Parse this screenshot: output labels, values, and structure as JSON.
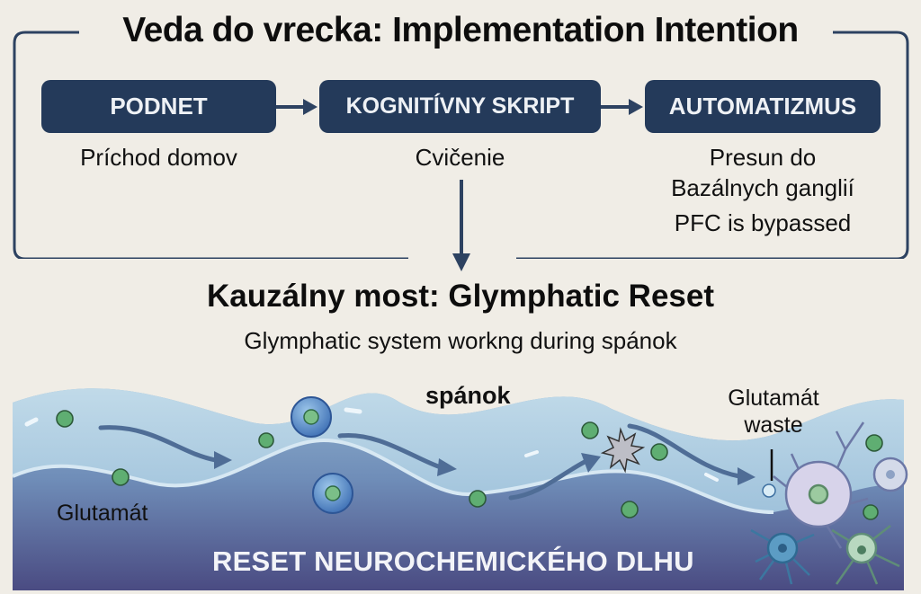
{
  "title": "Veda do vrecka: Implementation Intention",
  "flow": {
    "steps": [
      {
        "label": "PODNET",
        "caption": "Príchod domov"
      },
      {
        "label": "KOGNITÍVNY SKRIPT",
        "caption": "Cvičenie"
      },
      {
        "label": "AUTOMATIZMUS",
        "caption_lines": [
          "Presun do",
          "Bazálnych ganglií",
          "PFC is bypassed"
        ]
      }
    ]
  },
  "bridge": {
    "title": "Kauzálny most: Glymphatic Reset",
    "subtitle": "Glymphatic system workng during spánok"
  },
  "illustration": {
    "label_sleep": "spánok",
    "label_glutamate": "Glutamát",
    "label_waste_line1": "Glutamát",
    "label_waste_line2": "waste",
    "banner": "RESET NEUROCHEMICKÉHO DLHU"
  },
  "colors": {
    "box_fill": "#243a5a",
    "frame_line": "#2d4261",
    "background": "#f0ede6",
    "fluid_light": "#b9d6e8",
    "fluid_deep": "#4b4f85",
    "particle": "#5fae72"
  }
}
